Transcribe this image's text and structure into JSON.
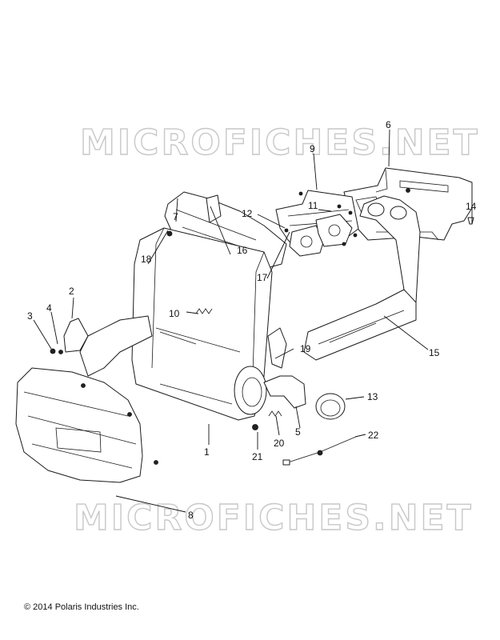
{
  "watermark": {
    "top": "MICROFICHES.NET",
    "bottom": "MICROFICHES.NET"
  },
  "callouts": {
    "c1": "1",
    "c2": "2",
    "c3": "3",
    "c4": "4",
    "c5": "5",
    "c6": "6",
    "c7": "7",
    "c8": "8",
    "c9": "9",
    "c10": "10",
    "c11": "11",
    "c12": "12",
    "c13": "13",
    "c14": "14",
    "c15": "15",
    "c16": "16",
    "c17": "17",
    "c18": "18",
    "c19": "19",
    "c20": "20",
    "c21": "21",
    "c22": "22"
  },
  "footer": {
    "copyright": "© 2014 Polaris Industries Inc."
  }
}
